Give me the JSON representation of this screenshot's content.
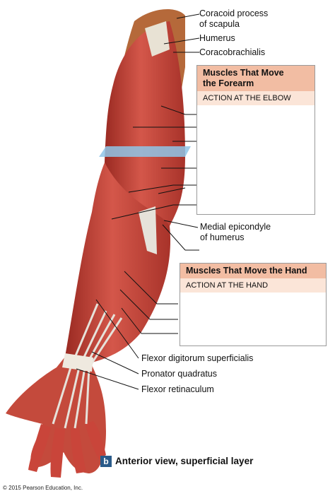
{
  "labels": {
    "coracoid": "Coracoid process\nof scapula",
    "humerus": "Humerus",
    "coracobrachialis": "Coracobrachialis",
    "medial_epicondyle": "Medial epicondyle\nof humerus",
    "flexor_dig_sup": "Flexor digitorum superficialis",
    "pronator_quadratus": "Pronator quadratus",
    "flexor_retinaculum": "Flexor retinaculum"
  },
  "forearm_box": {
    "title": "Muscles That Move\nthe Forearm",
    "subtitle": "ACTION AT THE ELBOW"
  },
  "hand_box": {
    "title": "Muscles That Move the Hand",
    "subtitle": "ACTION AT THE HAND"
  },
  "caption": {
    "badge": "b",
    "text": "Anterior view, superficial layer"
  },
  "copyright": "© 2015 Pearson Education, Inc.",
  "colors": {
    "muscle": "#c9453a",
    "muscle_dark": "#8f231e",
    "skin": "#b5693a",
    "tendon": "#e6e2da",
    "box_header": "#f2bda3",
    "box_sub": "#fbe5d8",
    "plane": "#8fc6e8",
    "badge": "#2a5b8a"
  }
}
